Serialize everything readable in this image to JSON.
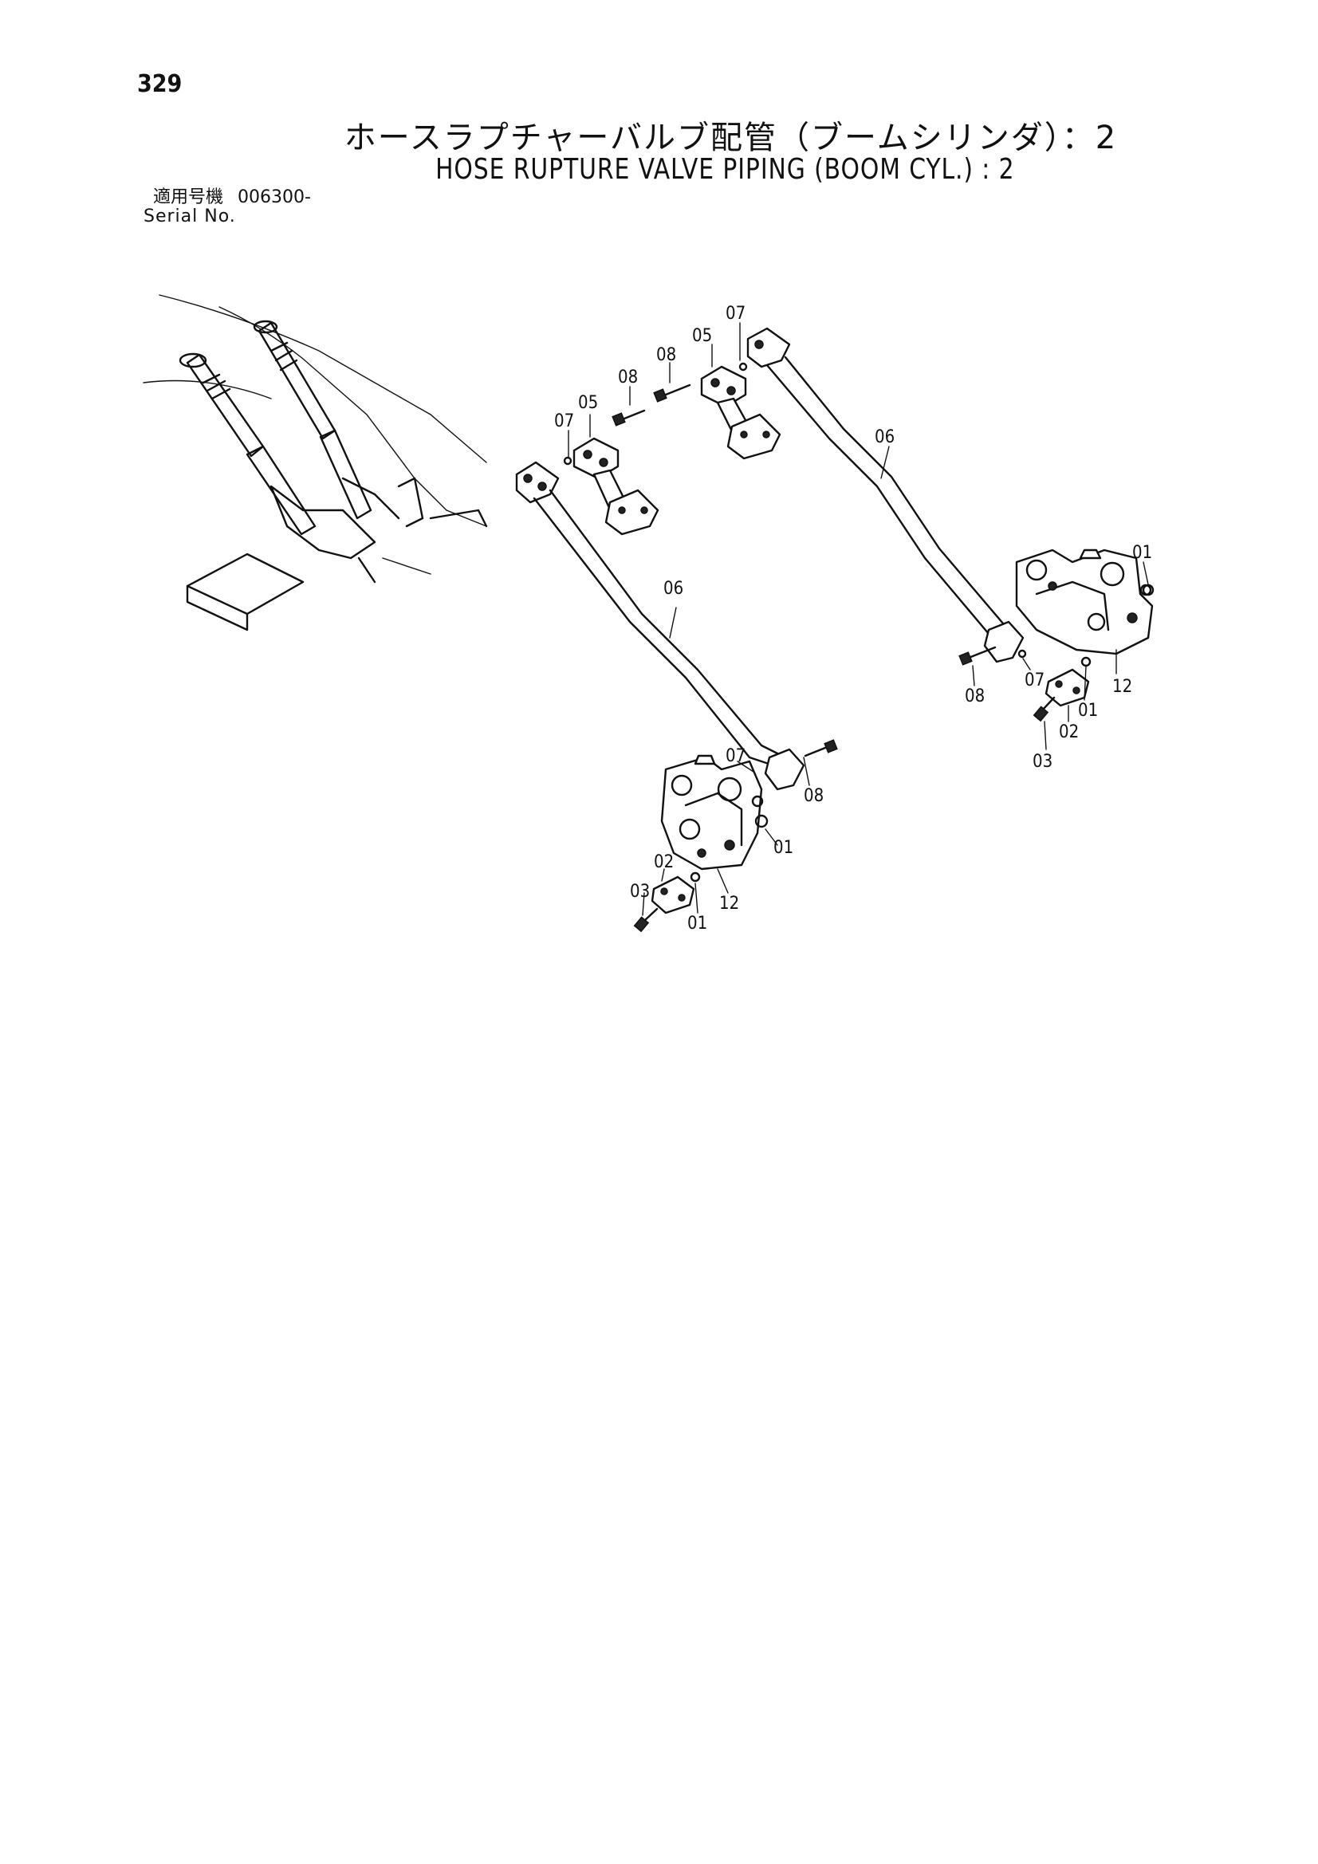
{
  "header": {
    "page_number": "329",
    "title_jp": "ホースラプチャーバルブ配管（ブームシリンダ）：2",
    "title_en": "HOSE RUPTURE VALVE PIPING (BOOM CYL.) : 2",
    "serial_label_jp": "適用号機",
    "serial_value": "006300-",
    "serial_label_en": "Serial No."
  },
  "callouts": {
    "c01": "01",
    "c02": "02",
    "c03": "03",
    "c05": "05",
    "c06": "06",
    "c07": "07",
    "c08": "08",
    "c12": "12"
  }
}
